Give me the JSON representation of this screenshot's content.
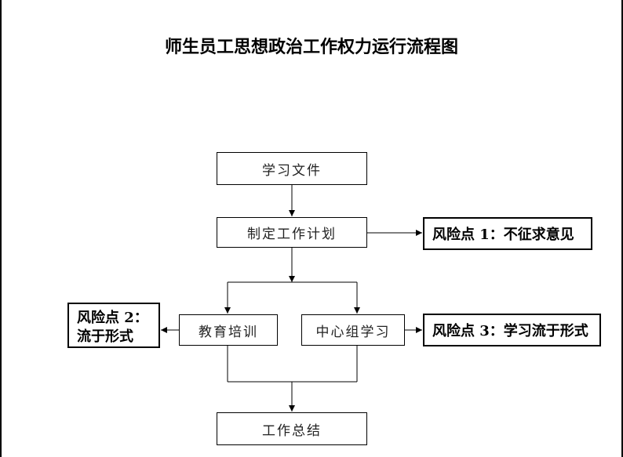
{
  "title": "师生员工思想政治工作权力运行流程图",
  "steps": {
    "study_docs": "学习文件",
    "make_plan": "制定工作计划",
    "edu_training": "教育培训",
    "center_group": "中心组学习",
    "summary": "工作总结"
  },
  "risks": {
    "risk1": "风险点 1：不征求意见",
    "risk2_line1": "风险点 2：",
    "risk2_line2": "流于形式",
    "risk3": "风险点 3：学习流于形式"
  }
}
